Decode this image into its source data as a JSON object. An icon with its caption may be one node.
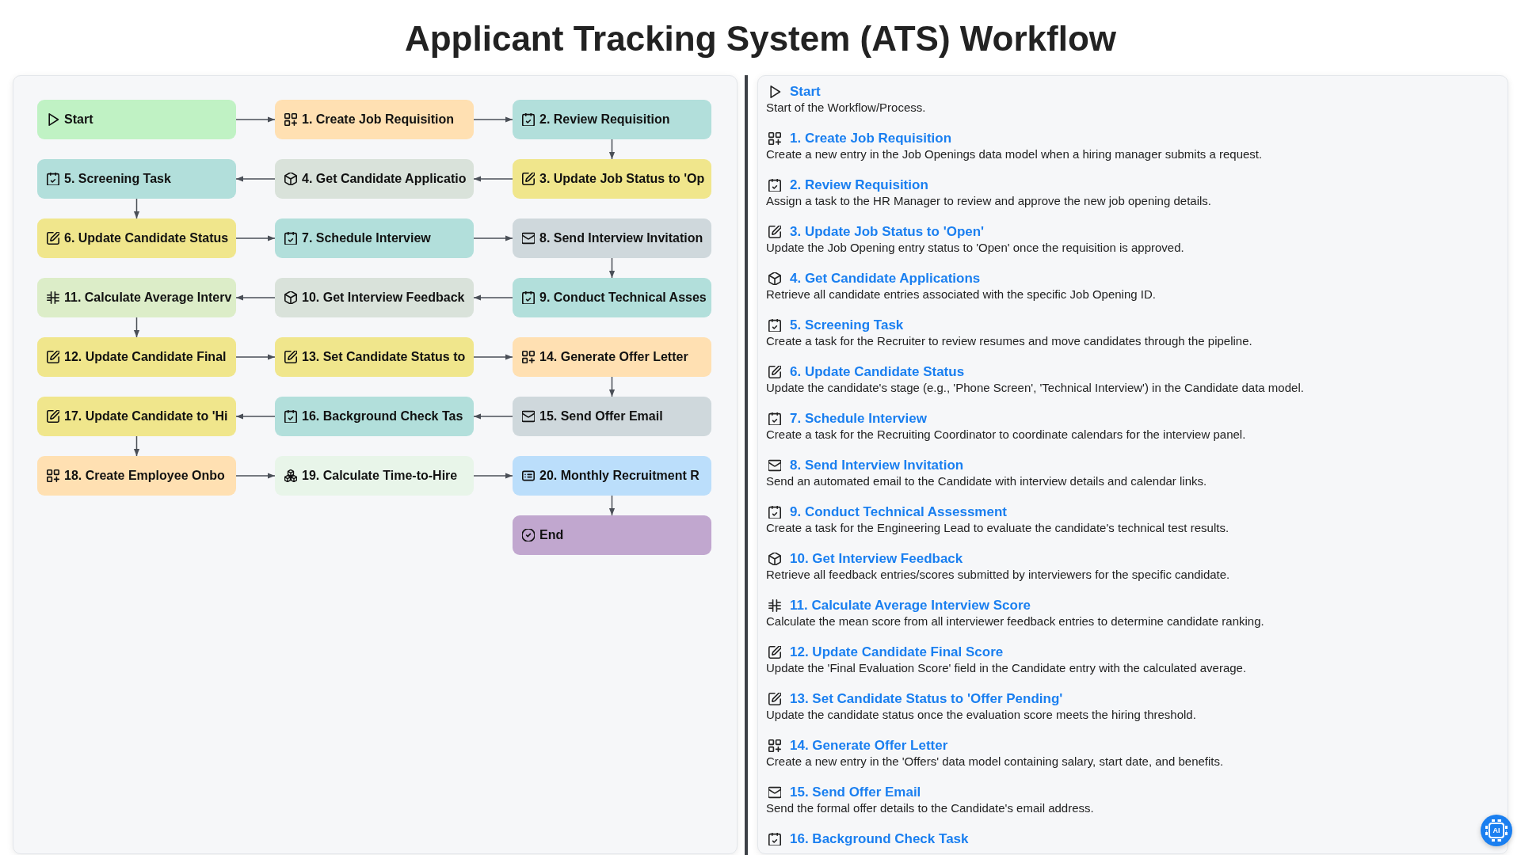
{
  "diagram": {
    "title": "Applicant Tracking System (ATS) Workflow",
    "nodes": [
      {
        "text": [
          "Start"
        ]
      },
      {
        "text": [
          "1. Create Job Requisition"
        ]
      },
      {
        "text": [
          "2. Review Requisition"
        ]
      },
      {
        "text": [
          "3. Update Job Status to 'Op"
        ]
      },
      {
        "text": [
          "4. Get Candidate Applicatio"
        ]
      },
      {
        "text": [
          "5. Screening Task"
        ]
      },
      {
        "text": [
          "6. Update Candidate Status"
        ]
      },
      {
        "text": [
          "7. Schedule Interview"
        ]
      },
      {
        "text": [
          "8. Send Interview Invitation"
        ]
      },
      {
        "text": [
          "9. Conduct Technical Asses"
        ]
      },
      {
        "text": [
          "10. Get Interview Feedback"
        ]
      },
      {
        "text": [
          "11. Calculate Average Interv"
        ]
      },
      {
        "text": [
          "12. Update Candidate Final"
        ]
      },
      {
        "text": [
          "13. Set Candidate Status to"
        ]
      },
      {
        "text": [
          "14. Generate Offer Letter"
        ]
      },
      {
        "text": [
          "15. Send Offer Email"
        ]
      },
      {
        "text": [
          "16. Background Check Tas"
        ]
      },
      {
        "text": [
          "17. Update Candidate to 'Hi"
        ]
      },
      {
        "text": [
          "18. Create Employee Onbo"
        ]
      },
      {
        "text": [
          "19. Calculate Time-to-Hire"
        ]
      },
      {
        "text": [
          "20. Monthly Recruitment R"
        ]
      },
      {
        "text": [
          "End"
        ]
      }
    ],
    "edges": [
      {
        "from": 0,
        "to": 1,
        "arrow": "to"
      },
      {
        "from": 1,
        "to": 2,
        "arrow": "to"
      },
      {
        "from": 2,
        "to": 3,
        "arrow": "to"
      },
      {
        "from": 3,
        "to": 4,
        "arrow": "to"
      },
      {
        "from": 4,
        "to": 5,
        "arrow": "to"
      },
      {
        "from": 5,
        "to": 6,
        "arrow": "to"
      },
      {
        "from": 6,
        "to": 7,
        "arrow": "to"
      },
      {
        "from": 7,
        "to": 8,
        "arrow": "to"
      },
      {
        "from": 8,
        "to": 9,
        "arrow": "to"
      },
      {
        "from": 9,
        "to": 10,
        "arrow": "to"
      },
      {
        "from": 10,
        "to": 11,
        "arrow": "to"
      },
      {
        "from": 11,
        "to": 12,
        "arrow": "to"
      },
      {
        "from": 12,
        "to": 13,
        "arrow": "to"
      },
      {
        "from": 13,
        "to": 14,
        "arrow": "to"
      },
      {
        "from": 14,
        "to": 15,
        "arrow": "to"
      },
      {
        "from": 15,
        "to": 16,
        "arrow": "to"
      },
      {
        "from": 16,
        "to": 17,
        "arrow": "to"
      },
      {
        "from": 17,
        "to": 18,
        "arrow": "to"
      },
      {
        "from": 18,
        "to": 19,
        "arrow": "to"
      },
      {
        "from": 19,
        "to": 20,
        "arrow": "to"
      },
      {
        "from": 20,
        "to": 21,
        "arrow": "to"
      }
    ],
    "labels": [
      "Start",
      "Start of the Workflow/Process.",
      "1. Create Job Requisition",
      "Create a new entry in the Job Openings data model when a hiring manager submits a request.",
      "2. Review Requisition",
      "Assign a task to the HR Manager to review and approve the new job opening details.",
      "3. Update Job Status to 'Open'",
      "Update the Job Opening entry status to 'Open' once the requisition is approved.",
      "4. Get Candidate Applications",
      "Retrieve all candidate entries associated with the specific Job Opening ID.",
      "5. Screening Task",
      "Create a task for the Recruiter to review resumes and move candidates through the pipeline.",
      "6. Update Candidate Status",
      "Update the candidate's stage (e.g., 'Phone Screen', 'Technical Interview') in the Candidate data model.",
      "7. Schedule Interview",
      "Create a task for the Recruiting Coordinator to coordinate calendars for the interview panel.",
      "8. Send Interview Invitation",
      "Send an automated email to the Candidate with interview details and calendar links.",
      "9. Conduct Technical Assessment",
      "Create a task for the Engineering Lead to evaluate the candidate's technical test results.",
      "10. Get Interview Feedback",
      "Retrieve all feedback entries/scores submitted by interviewers for the specific candidate.",
      "11. Calculate Average Interview Score",
      "Calculate the mean score from all interviewer feedback entries to determine candidate ranking.",
      "12. Update Candidate Final Score",
      "Update the 'Final Evaluation Score' field in the Candidate entry with the calculated average.",
      "13. Set Candidate Status to 'Offer Pending'",
      "Update the candidate status once the evaluation score meets the hiring threshold.",
      "14. Generate Offer Letter",
      "Create a new entry in the 'Offers' data model containing salary, start date, and benefits.",
      "15. Send Offer Email",
      "Send the formal offer details to the Candidate's email address.",
      "16. Background Check Task",
      "AI"
    ]
  }
}
